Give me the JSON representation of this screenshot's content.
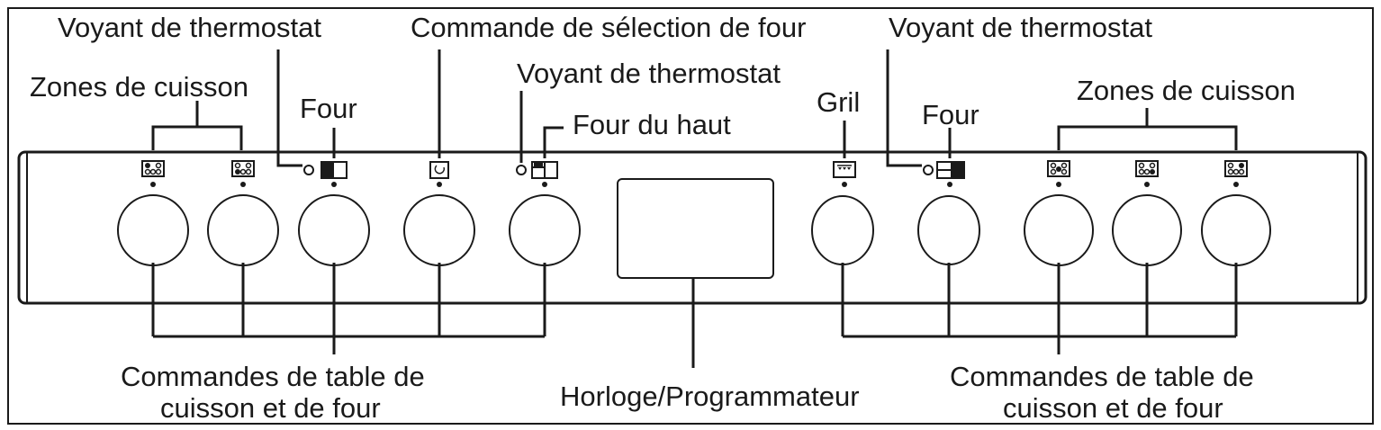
{
  "labels": {
    "thermostat_light_left": "Voyant de thermostat",
    "oven_selector": "Commande de sélection de four",
    "thermostat_light_right": "Voyant de thermostat",
    "cooking_zones_left": "Zones de cuisson",
    "oven_left": "Four",
    "thermostat_light_center": "Voyant de thermostat",
    "top_oven": "Four du haut",
    "grill": "Gril",
    "oven_right": "Four",
    "cooking_zones_right": "Zones de cuisson",
    "controls_left_line1": "Commandes de table de",
    "controls_left_line2": "cuisson et de four",
    "clock": "Horloge/Programmateur",
    "controls_right_line1": "Commandes de table de",
    "controls_right_line2": "cuisson et de four"
  },
  "icons": {
    "hob_zone": "hob-zone-icon",
    "oven": "oven-icon",
    "selector": "oven-selector-icon",
    "top_oven": "top-oven-icon",
    "grill": "grill-icon",
    "thermostat_light": "thermostat-light-icon"
  },
  "colors": {
    "line": "#1a1a1a",
    "background": "#ffffff"
  }
}
